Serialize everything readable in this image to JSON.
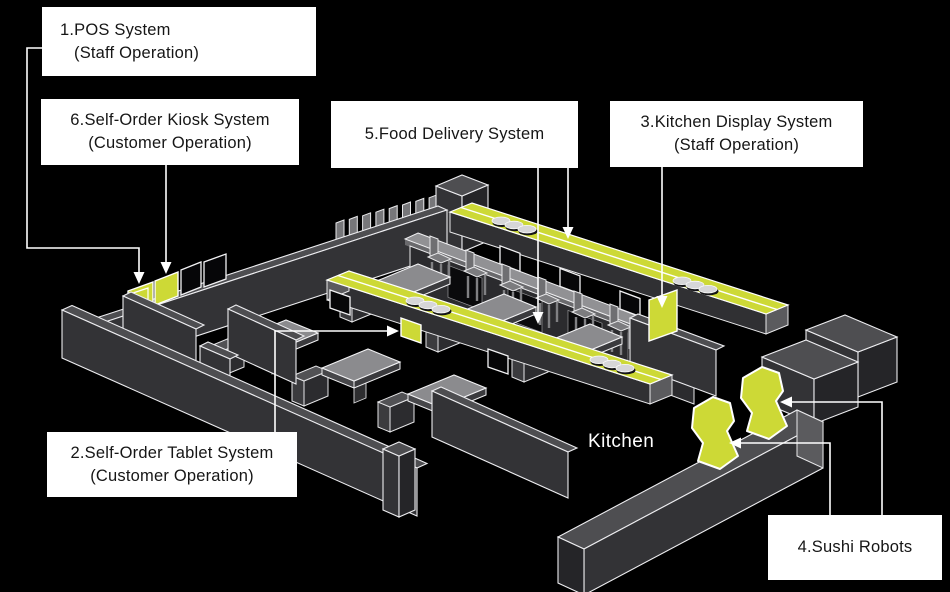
{
  "colors": {
    "accent": "#cdd936",
    "background": "#000000",
    "label_bg": "#ffffff",
    "label_text": "#161616"
  },
  "labels": {
    "pos": {
      "line1": "1.POS System",
      "line2": "(Staff Operation)"
    },
    "tablet": {
      "line1": "2.Self-Order Tablet System",
      "line2": "(Customer Operation)"
    },
    "kds": {
      "line1": "3.Kitchen Display System",
      "line2": "(Staff Operation)"
    },
    "sushi_robots": {
      "line1": "4.Sushi Robots"
    },
    "food_delivery": {
      "line1": "5.Food Delivery System"
    },
    "kiosk": {
      "line1": "6.Self-Order Kiosk System",
      "line2": "(Customer Operation)"
    }
  },
  "scene": {
    "kitchen_area_label": "Kitchen"
  }
}
